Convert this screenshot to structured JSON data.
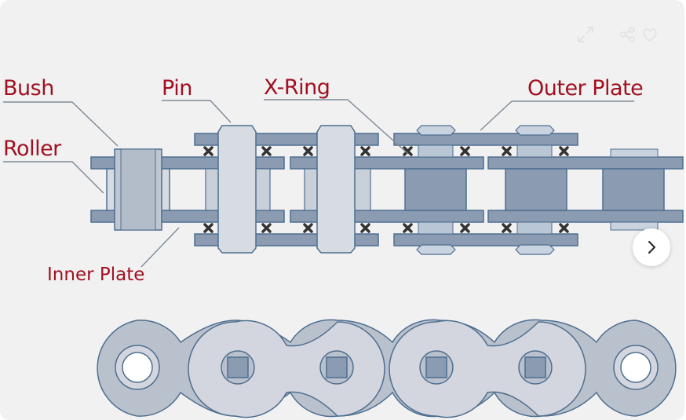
{
  "labels": {
    "bush": "Bush",
    "pin": "Pin",
    "x_ring": "X-Ring",
    "outer_plate": "Outer Plate",
    "roller": "Roller",
    "inner_plate": "Inner Plate"
  },
  "icons": {
    "expand": "expand-icon",
    "share": "share-icon",
    "favorite": "heart-icon",
    "next": "chevron-right-icon"
  },
  "colors": {
    "label": "#a01020",
    "plate": "#8a9bb2",
    "outline": "#4f6f8f",
    "pin": "#d7dce3",
    "roller": "#bfc6d2",
    "link_light": "#d3d6de",
    "link_dark": "#b9c1cd",
    "ring": "#333333"
  }
}
